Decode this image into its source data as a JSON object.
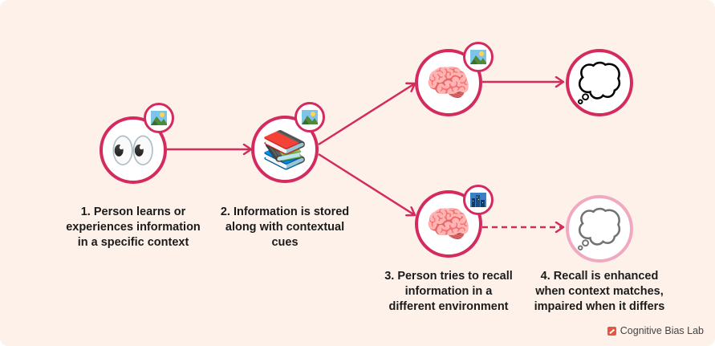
{
  "steps": [
    {
      "caption_lines": [
        "1. Person learns or",
        "experiences information",
        "in a specific context"
      ]
    },
    {
      "caption_lines": [
        "2. Information is stored",
        "along with contextual",
        "cues"
      ]
    },
    {
      "caption_lines": [
        "3. Person tries to recall",
        "information in a",
        "different environment"
      ]
    },
    {
      "caption_lines": [
        "4. Recall is enhanced",
        "when context matches,",
        "impaired when it differs"
      ]
    }
  ],
  "nodes": {
    "eyes": {
      "icon": "eyes-icon",
      "emoji": "👀",
      "badge": "landscape-icon"
    },
    "books": {
      "icon": "books-icon",
      "emoji": "📚",
      "badge": "landscape-icon"
    },
    "brain_same": {
      "icon": "brain-icon",
      "emoji": "🧠",
      "badge": "landscape-icon"
    },
    "brain_diff": {
      "icon": "brain-icon",
      "emoji": "🧠",
      "badge": "city-icon"
    },
    "thought_strong": {
      "icon": "thought-cloud-icon",
      "emoji": "💭"
    },
    "thought_weak": {
      "icon": "thought-cloud-icon",
      "emoji": "💭"
    }
  },
  "colors": {
    "accent": "#d42a5e",
    "accent_faded": "#f0a9bf",
    "background": "#fdf1ea",
    "brand": "#e8553f"
  },
  "brand": {
    "label": "Cognitive Bias Lab",
    "icon": "brand-logo-icon"
  }
}
